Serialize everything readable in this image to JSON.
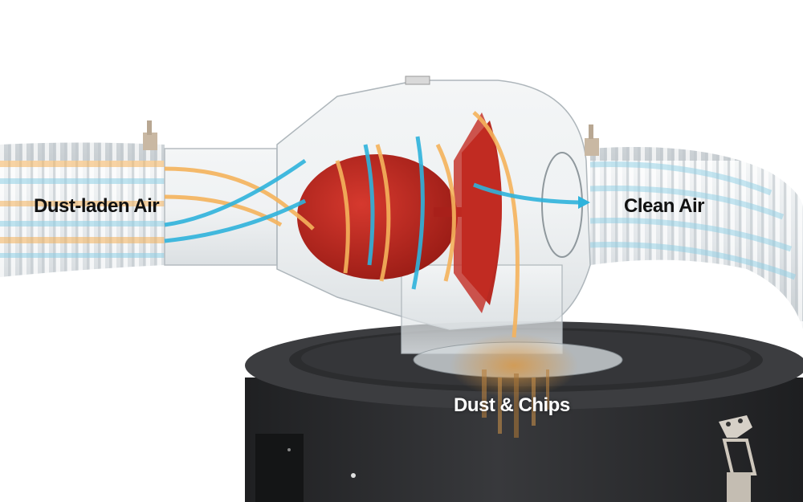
{
  "image": {
    "subject": "Cyclone dust separator airflow illustration",
    "labels": {
      "inlet": "Dust-laden Air",
      "outlet": "Clean Air",
      "collection": "Dust & Chips"
    },
    "colors": {
      "background": "#ffffff",
      "hose": "#e9ecee",
      "hose_ridge": "#cfd5d9",
      "dust_flow": "#f5b35c",
      "clean_flow": "#2fb3dc",
      "cone": "#c0261f",
      "cone_shadow": "#8f1712",
      "bin": "#2e2f31",
      "bin_top": "#3c3d40",
      "latch": "#c9c2b8"
    }
  }
}
